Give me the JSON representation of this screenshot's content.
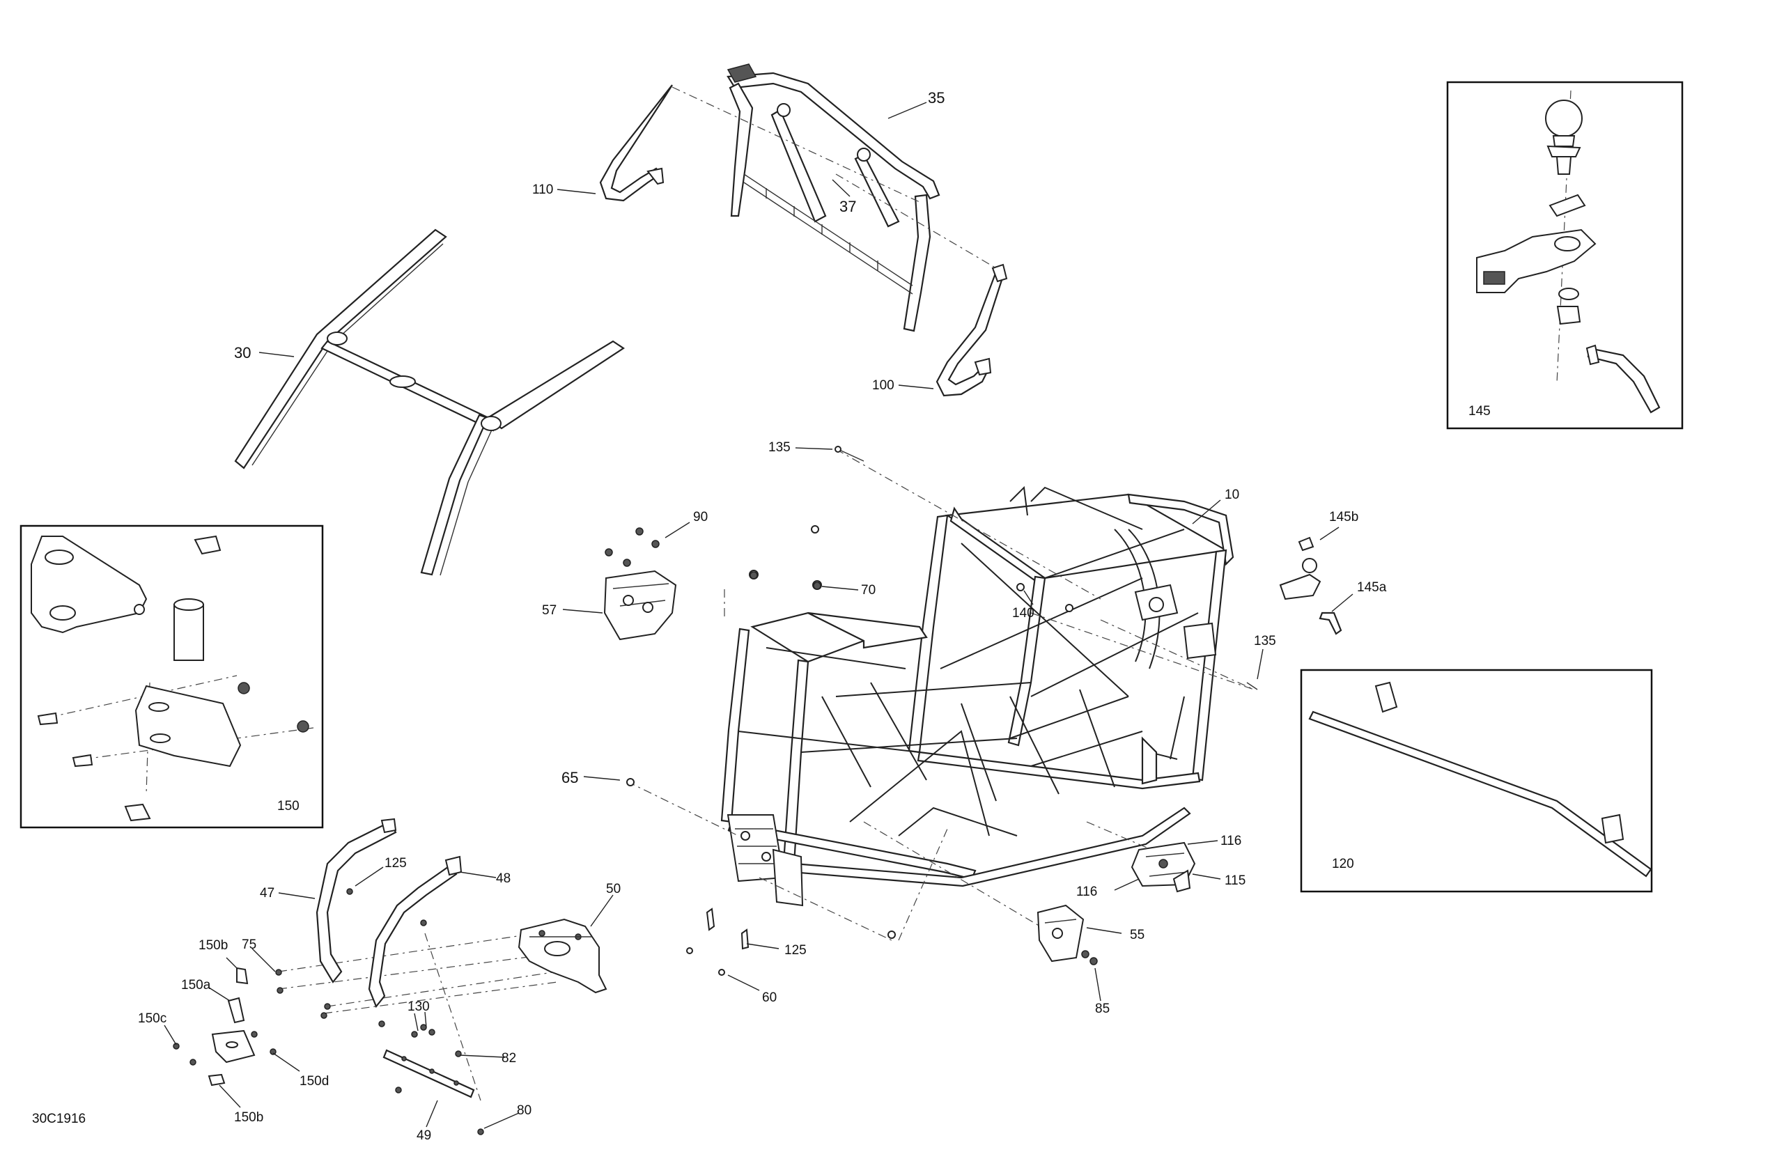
{
  "diagram_code": "30C1916",
  "labels": {
    "l10": "10",
    "l30": "30",
    "l35": "35",
    "l37": "37",
    "l47": "47",
    "l48": "48",
    "l49": "49",
    "l50": "50",
    "l55": "55",
    "l57": "57",
    "l60": "60",
    "l65": "65",
    "l70": "70",
    "l75": "75",
    "l80": "80",
    "l82": "82",
    "l85": "85",
    "l90": "90",
    "l100": "100",
    "l110": "110",
    "l115": "115",
    "l116a": "116",
    "l116b": "116",
    "l120": "120",
    "l125a": "125",
    "l125b": "125",
    "l130": "130",
    "l135a": "135",
    "l135b": "135",
    "l140": "140",
    "l145": "145",
    "l145a": "145a",
    "l145b": "145b",
    "l150": "150",
    "l150a": "150a",
    "l150b1": "150b",
    "l150b2": "150b",
    "l150c": "150c",
    "l150d": "150d"
  }
}
